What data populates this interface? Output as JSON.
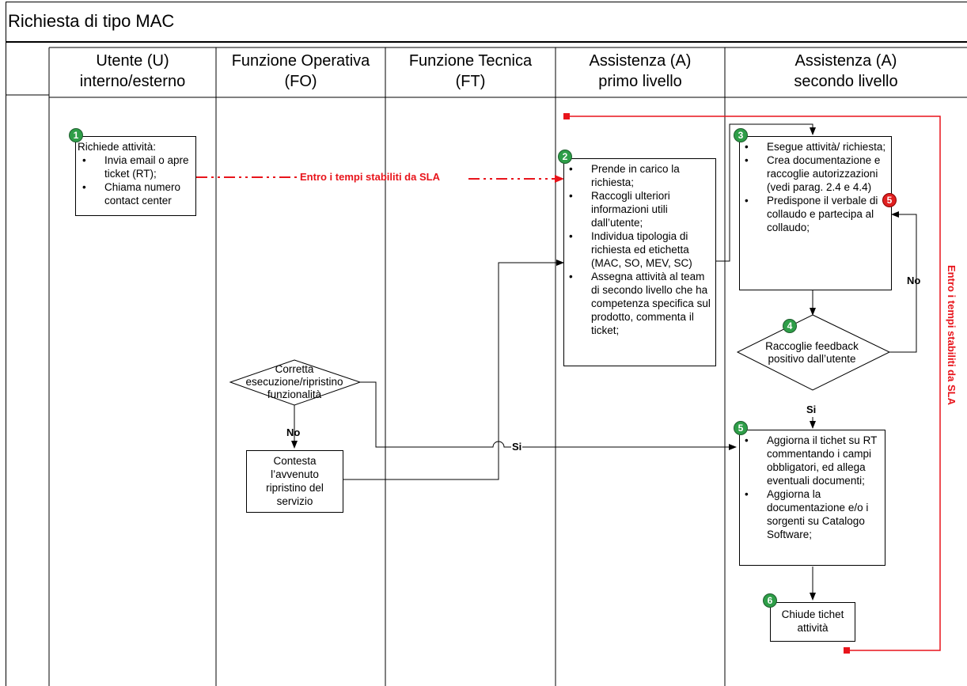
{
  "title": "Richiesta di tipo MAC",
  "lanes": [
    {
      "line1": "Utente (U)",
      "line2": "interno/esterno"
    },
    {
      "line1": "Funzione Operativa",
      "line2": "(FO)"
    },
    {
      "line1": "Funzione Tecnica",
      "line2": "(FT)"
    },
    {
      "line1": "Assistenza (A)",
      "line2": "primo livello"
    },
    {
      "line1": "Assistenza (A)",
      "line2": "secondo livello"
    }
  ],
  "step1": {
    "badge": "1",
    "heading": "Richiede attività:",
    "items": [
      "Invia email o apre ticket (RT);",
      "Chiama numero contact center"
    ]
  },
  "step2": {
    "badge": "2",
    "items": [
      "Prende in carico la richiesta;",
      "Raccogli ulteriori informazioni utili dall’utente;",
      "Individua tipologia di richiesta ed etichetta (MAC, SO, MEV, SC)",
      "Assegna attività al team di secondo livello che ha competenza specifica sul prodotto, commenta il ticket;"
    ]
  },
  "step3": {
    "badge": "3",
    "items": [
      "Esegue attività/ richiesta;",
      "Crea documentazione e raccoglie autorizzazioni (vedi parag. 2.4 e 4.4)",
      "Predispone il verbale di collaudo e partecipa al collaudo;"
    ]
  },
  "step4": {
    "badge": "4",
    "text": "Raccoglie feedback positivo dall’utente"
  },
  "step5a": {
    "badge": "5"
  },
  "step5b": {
    "badge": "5",
    "items": [
      "Aggiorna il tichet su RT commentando i campi obbligatori, ed allega eventuali documenti;",
      "Aggiorna la documentazione e/o i sorgenti su Catalogo Software;"
    ]
  },
  "step6": {
    "badge": "6",
    "text": "Chiude tichet attività"
  },
  "fo_decision": {
    "text": "Corretta esecuzione/ripristino funzionalità"
  },
  "fo_box": {
    "text": "Contesta l’avvenuto ripristino del servizio"
  },
  "labels": {
    "sla_horizontal": "Entro i tempi stabiliti da SLA",
    "sla_vertical": "Entro i tempi stabiliti da SLA",
    "no_fo": "No",
    "si_fo": "Si",
    "no_feedback": "No",
    "si_feedback": "Si"
  },
  "colors": {
    "sla": "#e8141b",
    "badge_green": "#2e9e48",
    "badge_red": "#e02020"
  }
}
